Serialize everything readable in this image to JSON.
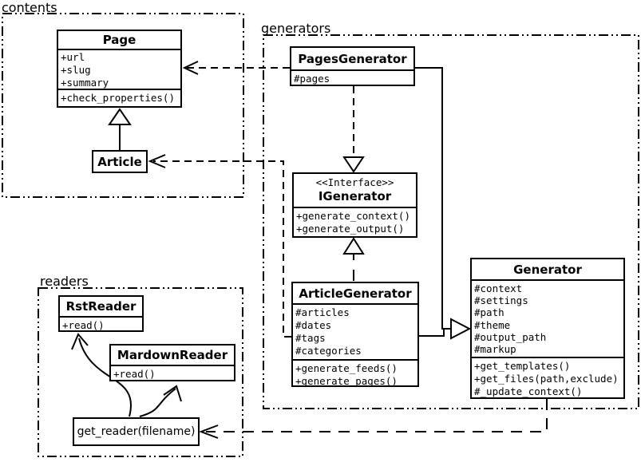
{
  "colors": {
    "stroke": "#000000",
    "background": "#ffffff"
  },
  "packages": {
    "contents": {
      "label": "contents"
    },
    "generators": {
      "label": "generators"
    },
    "readers": {
      "label": "readers"
    }
  },
  "classes": {
    "page": {
      "title": "Page",
      "attributes": [
        "+url",
        "+slug",
        "+summary"
      ],
      "methods": [
        "+check_properties()"
      ]
    },
    "article": {
      "title": "Article"
    },
    "pages_generator": {
      "title": "PagesGenerator",
      "attributes": [
        "#pages"
      ]
    },
    "igenerator": {
      "stereotype": "<<Interface>>",
      "title": "IGenerator",
      "methods": [
        "+generate_context()",
        "+generate_output()"
      ]
    },
    "article_generator": {
      "title": "ArticleGenerator",
      "attributes": [
        "#articles",
        "#dates",
        "#tags",
        "#categories"
      ],
      "methods": [
        "+generate_feeds()",
        "+generate_pages()"
      ]
    },
    "generator": {
      "title": "Generator",
      "attributes": [
        "#context",
        "#settings",
        "#path",
        "#theme",
        "#output_path",
        "#markup"
      ],
      "methods": [
        "+get_templates()",
        "+get_files(path,exclude)",
        "#_update_context()"
      ]
    },
    "rst_reader": {
      "title": "RstReader",
      "methods": [
        "+read()"
      ]
    },
    "mardown_reader": {
      "title": "MardownReader",
      "methods": [
        "+read()"
      ]
    },
    "get_reader": {
      "label": "get_reader(filename)"
    }
  },
  "relations": {
    "article_extends_page": "generalization",
    "pagesgenerator_uses_page": "dependency",
    "articlegenerator_uses_article": "dependency",
    "pagesgenerator_realizes_igenerator": "realization",
    "articlegenerator_realizes_igenerator": "realization",
    "generators_extend_generator": "generalization",
    "generator_uses_getreader": "dependency",
    "getreader_creates_rstreader": "association",
    "getreader_creates_mardownreader": "association"
  }
}
